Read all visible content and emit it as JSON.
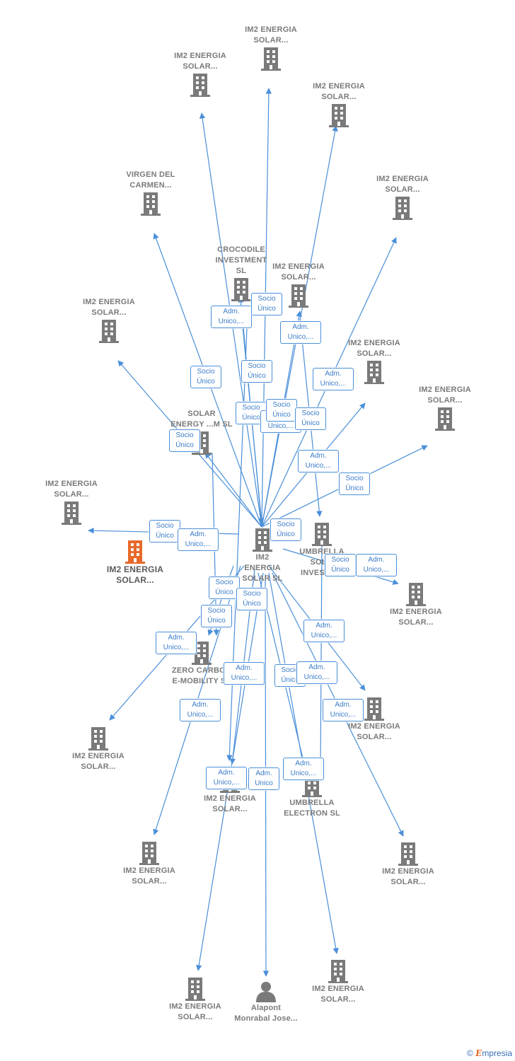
{
  "colors": {
    "edge": "#4a8fd8",
    "building": "#7a7a7a",
    "highlight": "#e8692a"
  },
  "center": {
    "label": "IM2 ENERGIA SOLAR SL",
    "icon": "building-icon"
  },
  "nodes": {
    "n_top_center": "IM2 ENERGIA SOLAR...",
    "n_top_left": "IM2 ENERGIA SOLAR...",
    "n_top_right": "IM2 ENERGIA SOLAR...",
    "n_virgen": "VIRGEN DEL CARMEN...",
    "n_right_upper": "IM2 ENERGIA SOLAR...",
    "n_crocodile": "CROCODILE INVESTMENT SL",
    "n_inner": "IM2 ENERGIA SOLAR...",
    "n_left_upper": "IM2 ENERGIA SOLAR...",
    "n_right_mid": "IM2 ENERGIA SOLAR...",
    "n_far_right": "IM2 ENERGIA SOLAR...",
    "n_solar_energy": "SOLAR ENERGY ...M SL",
    "n_left_mid": "IM2 ENERGIA SOLAR...",
    "n_highlight": "IM2 ENERGIA SOLAR...",
    "n_umbrella_inv": "UMBRELLA SOL... INVESTM...",
    "n_right_low": "IM2 ENERGIA SOLAR...",
    "n_zero": "ZERO CARBON E-MOBILITY SL",
    "n_left_low": "IM2 ENERGIA SOLAR...",
    "n_right_low2": "IM2 ENERGIA SOLAR...",
    "n_center_low": "IM2 ENERGIA SOLAR...",
    "n_umbrella_el": "UMBRELLA ELECTRON SL",
    "n_left_bottom": "IM2 ENERGIA SOLAR...",
    "n_right_bottom": "IM2 ENERGIA SOLAR...",
    "n_bottom_left": "IM2 ENERGIA SOLAR...",
    "n_person": "Alapont Monrabal Jose...",
    "n_bottom_right": "IM2 ENERGIA SOLAR..."
  },
  "edge_labels": {
    "socio": "Socio Único",
    "adm": "Adm. Unico,...",
    "adm_unico": "Adm. Unico"
  },
  "brand": {
    "copyright": "©",
    "name": "mpresia",
    "initial": "E"
  }
}
